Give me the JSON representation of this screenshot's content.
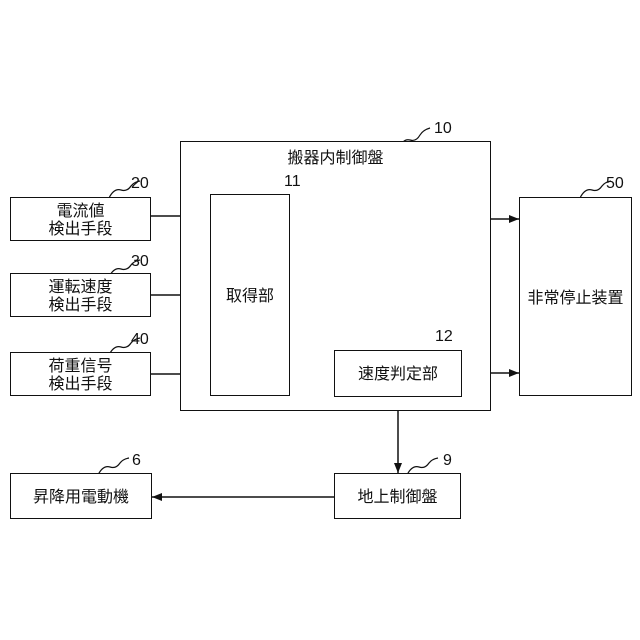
{
  "diagram": {
    "car_panel": {
      "ref": "10",
      "title": "搬器内制御盤"
    },
    "current_detector": {
      "ref": "20",
      "label_line1": "電流値",
      "label_line2": "検出手段"
    },
    "speed_detector": {
      "ref": "30",
      "label_line1": "運転速度",
      "label_line2": "検出手段"
    },
    "load_detector": {
      "ref": "40",
      "label_line1": "荷重信号",
      "label_line2": "検出手段"
    },
    "acquisition_unit": {
      "ref": "11",
      "label": "取得部"
    },
    "speed_judgment_unit": {
      "ref": "12",
      "label": "速度判定部"
    },
    "emergency_stop_device": {
      "ref": "50",
      "label": "非常停止装置"
    },
    "ground_panel": {
      "ref": "9",
      "label": "地上制御盤"
    },
    "hoist_motor": {
      "ref": "6",
      "label": "昇降用電動機"
    }
  }
}
